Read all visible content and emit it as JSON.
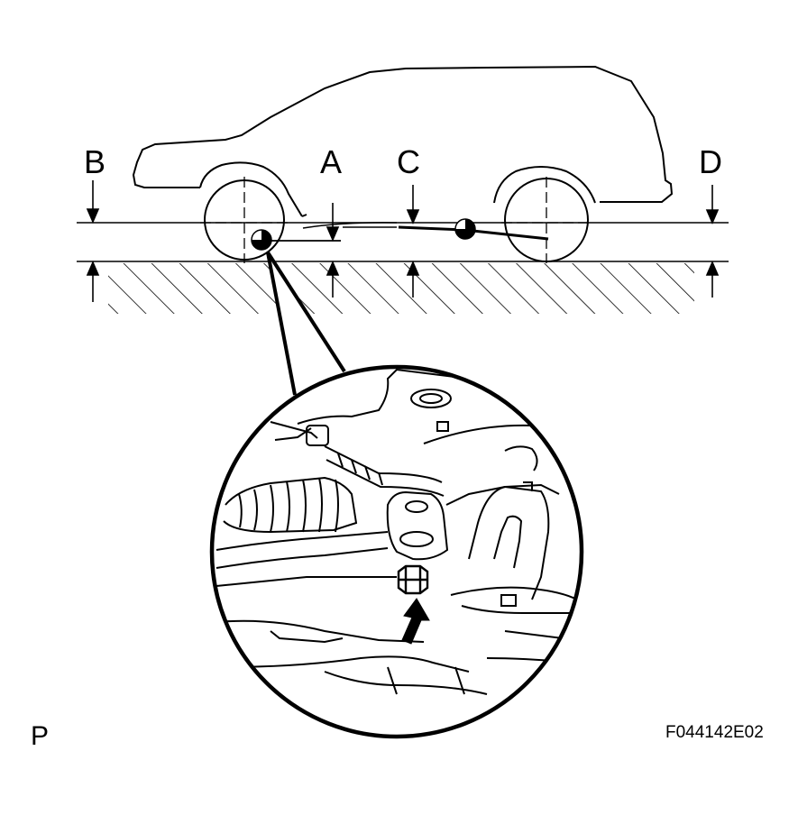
{
  "labels": {
    "a": "A",
    "b": "B",
    "c": "C",
    "d": "D"
  },
  "footer": {
    "left_mark": "P",
    "figure_code": "F044142E02"
  },
  "colors": {
    "ink": "#000000",
    "paper": "#ffffff"
  },
  "icons": {
    "bolt_pointer": "arrow-up-icon",
    "measure_point": "crosshair-dot-icon"
  }
}
